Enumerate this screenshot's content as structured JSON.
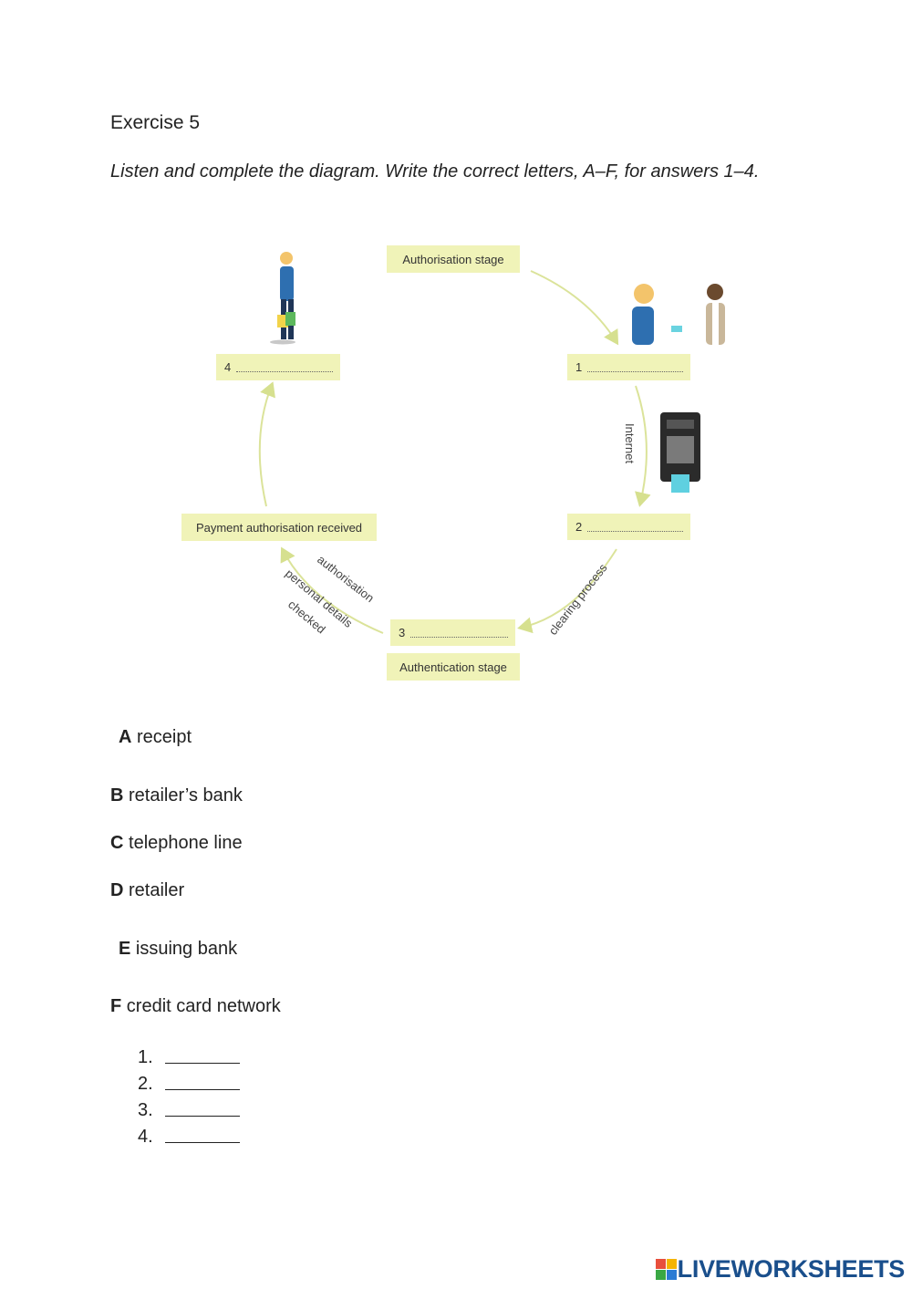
{
  "exercise": {
    "title": "Exercise 5",
    "instruction": "Listen and complete the diagram. Write the correct letters, A–F, for answers 1–4."
  },
  "diagram": {
    "authorisation_stage": "Authorisation stage",
    "authentication_stage": "Authentication stage",
    "payment_received": "Payment authorisation received",
    "answer_boxes": [
      "1",
      "2",
      "3",
      "4"
    ],
    "arrow_labels": {
      "internet": "Internet",
      "clearing": "clearing process",
      "authorisation": "authorisation",
      "personal_details": "personal details",
      "checked": "checked"
    }
  },
  "choices": [
    {
      "letter": "A",
      "text": "receipt"
    },
    {
      "letter": "B",
      "text": "retailer’s bank"
    },
    {
      "letter": "C",
      "text": "telephone line"
    },
    {
      "letter": "D",
      "text": "retailer"
    },
    {
      "letter": "E",
      "text": "issuing bank"
    },
    {
      "letter": "F",
      "text": "credit card network"
    }
  ],
  "answers": [
    "1.",
    "2.",
    "3.",
    "4."
  ],
  "footer": {
    "logo_text": "LIVEWORKSHEETS"
  }
}
